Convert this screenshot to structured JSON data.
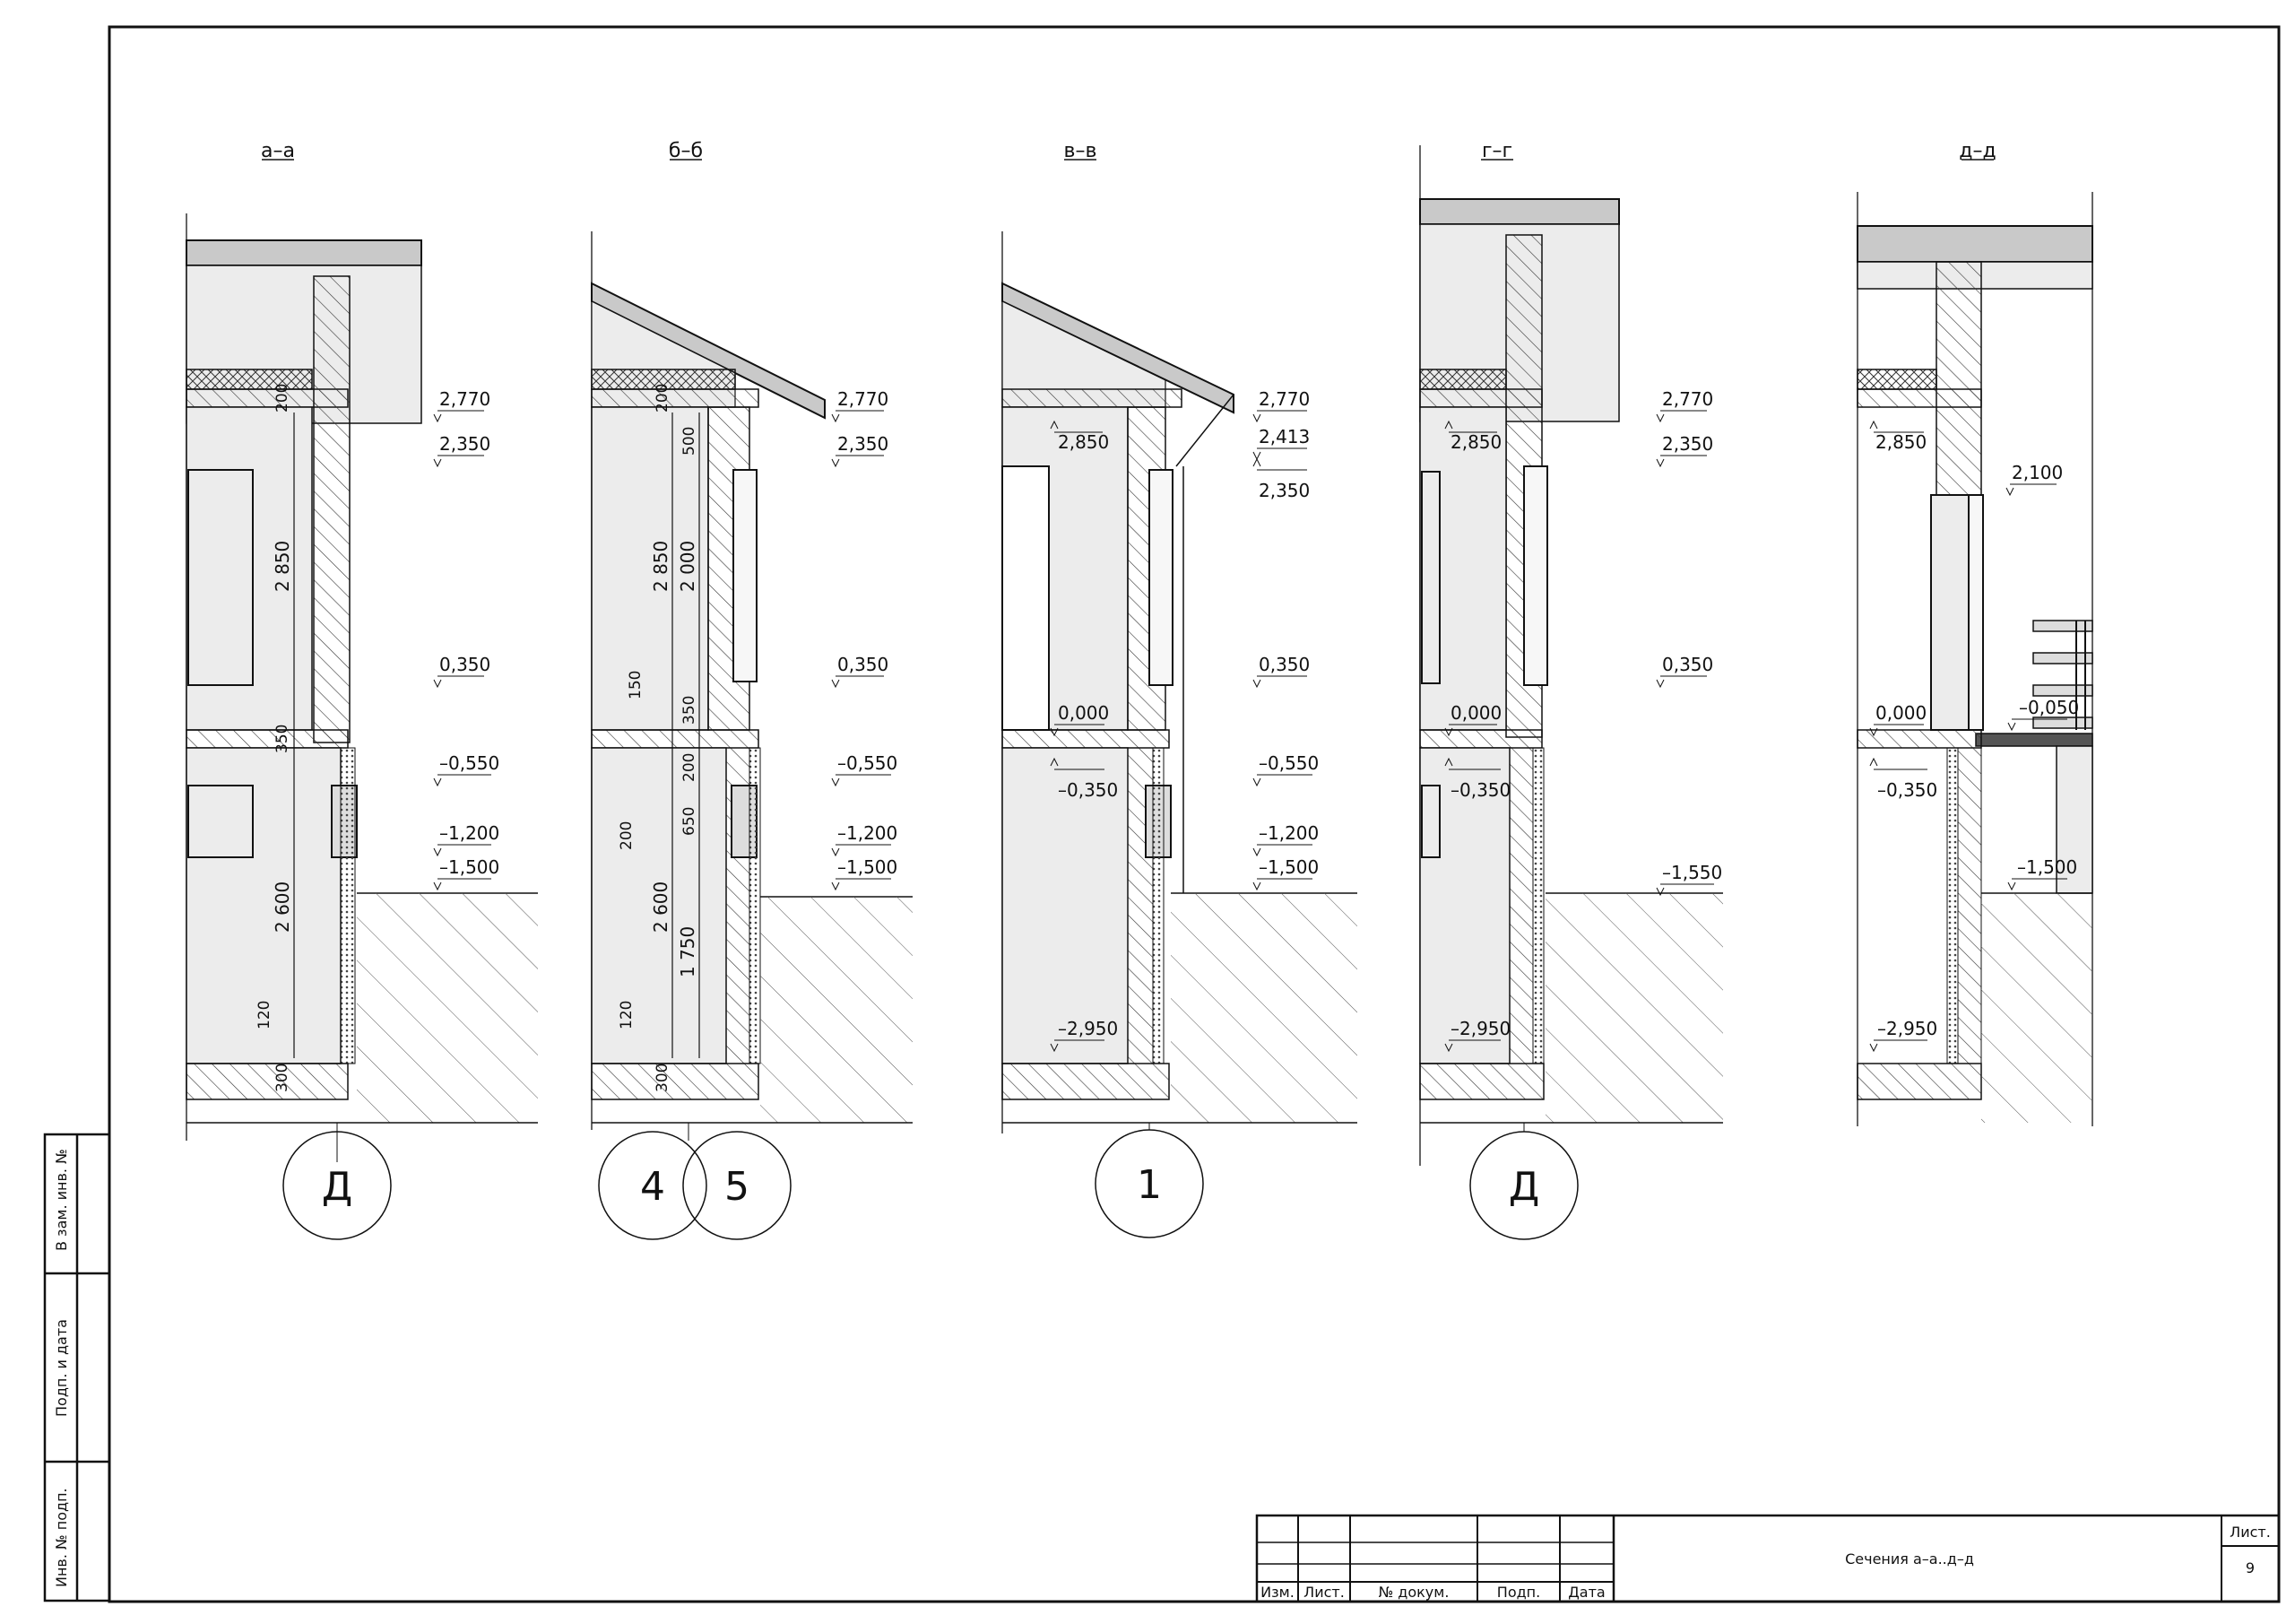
{
  "sections": [
    {
      "id": "a",
      "title": "а–а",
      "axis": [
        "Д"
      ],
      "levels": [
        "2,770",
        "2,350",
        "0,350",
        "–0,550",
        "–1,200",
        "–1,500"
      ],
      "dims": [
        "200",
        "2 850",
        "350",
        "2 600",
        "120",
        "300"
      ]
    },
    {
      "id": "b",
      "title": "б–б",
      "axis": [
        "4",
        "5"
      ],
      "levels": [
        "2,770",
        "2,350",
        "0,350",
        "–0,550",
        "–1,200",
        "–1,500"
      ],
      "dims": [
        "200",
        "500",
        "2 850",
        "2 000",
        "150",
        "350",
        "200",
        "200",
        "650",
        "2 600",
        "1 750",
        "120",
        "300"
      ]
    },
    {
      "id": "v",
      "title": "в–в",
      "axis": [
        "1"
      ],
      "levels": [
        "2,770",
        "2,413",
        "2,350",
        "0,350",
        "–0,550",
        "–1,200",
        "–1,500"
      ],
      "inner_levels": [
        "2,850",
        "0,000",
        "–0,350",
        "–2,950"
      ]
    },
    {
      "id": "g",
      "title": "г–г",
      "axis": [
        "Д"
      ],
      "levels": [
        "2,770",
        "2,350",
        "0,350",
        "–1,550"
      ],
      "inner_levels": [
        "2,850",
        "0,000",
        "–0,350",
        "–2,950"
      ]
    },
    {
      "id": "d",
      "title": "д–д",
      "axis": [],
      "levels": [
        "2,100",
        "–0,050",
        "–1,500"
      ],
      "inner_levels": [
        "2,850",
        "0,000",
        "–0,350",
        "–2,950"
      ]
    }
  ],
  "side_stamp": [
    "В зам. инв. №",
    "Подп. и дата",
    "Инв. № подп."
  ],
  "title_block": {
    "columns": [
      "Изм.",
      "Лист.",
      "№ докум.",
      "Подп.",
      "Дата"
    ],
    "sheet_title": "Сечения а–а..д–д",
    "sheet_label": "Лист.",
    "sheet_number": "9"
  },
  "colors": {
    "line": "#1a1a1a",
    "fill_light": "#ececec",
    "fill_roof": "#c9c9c9"
  }
}
